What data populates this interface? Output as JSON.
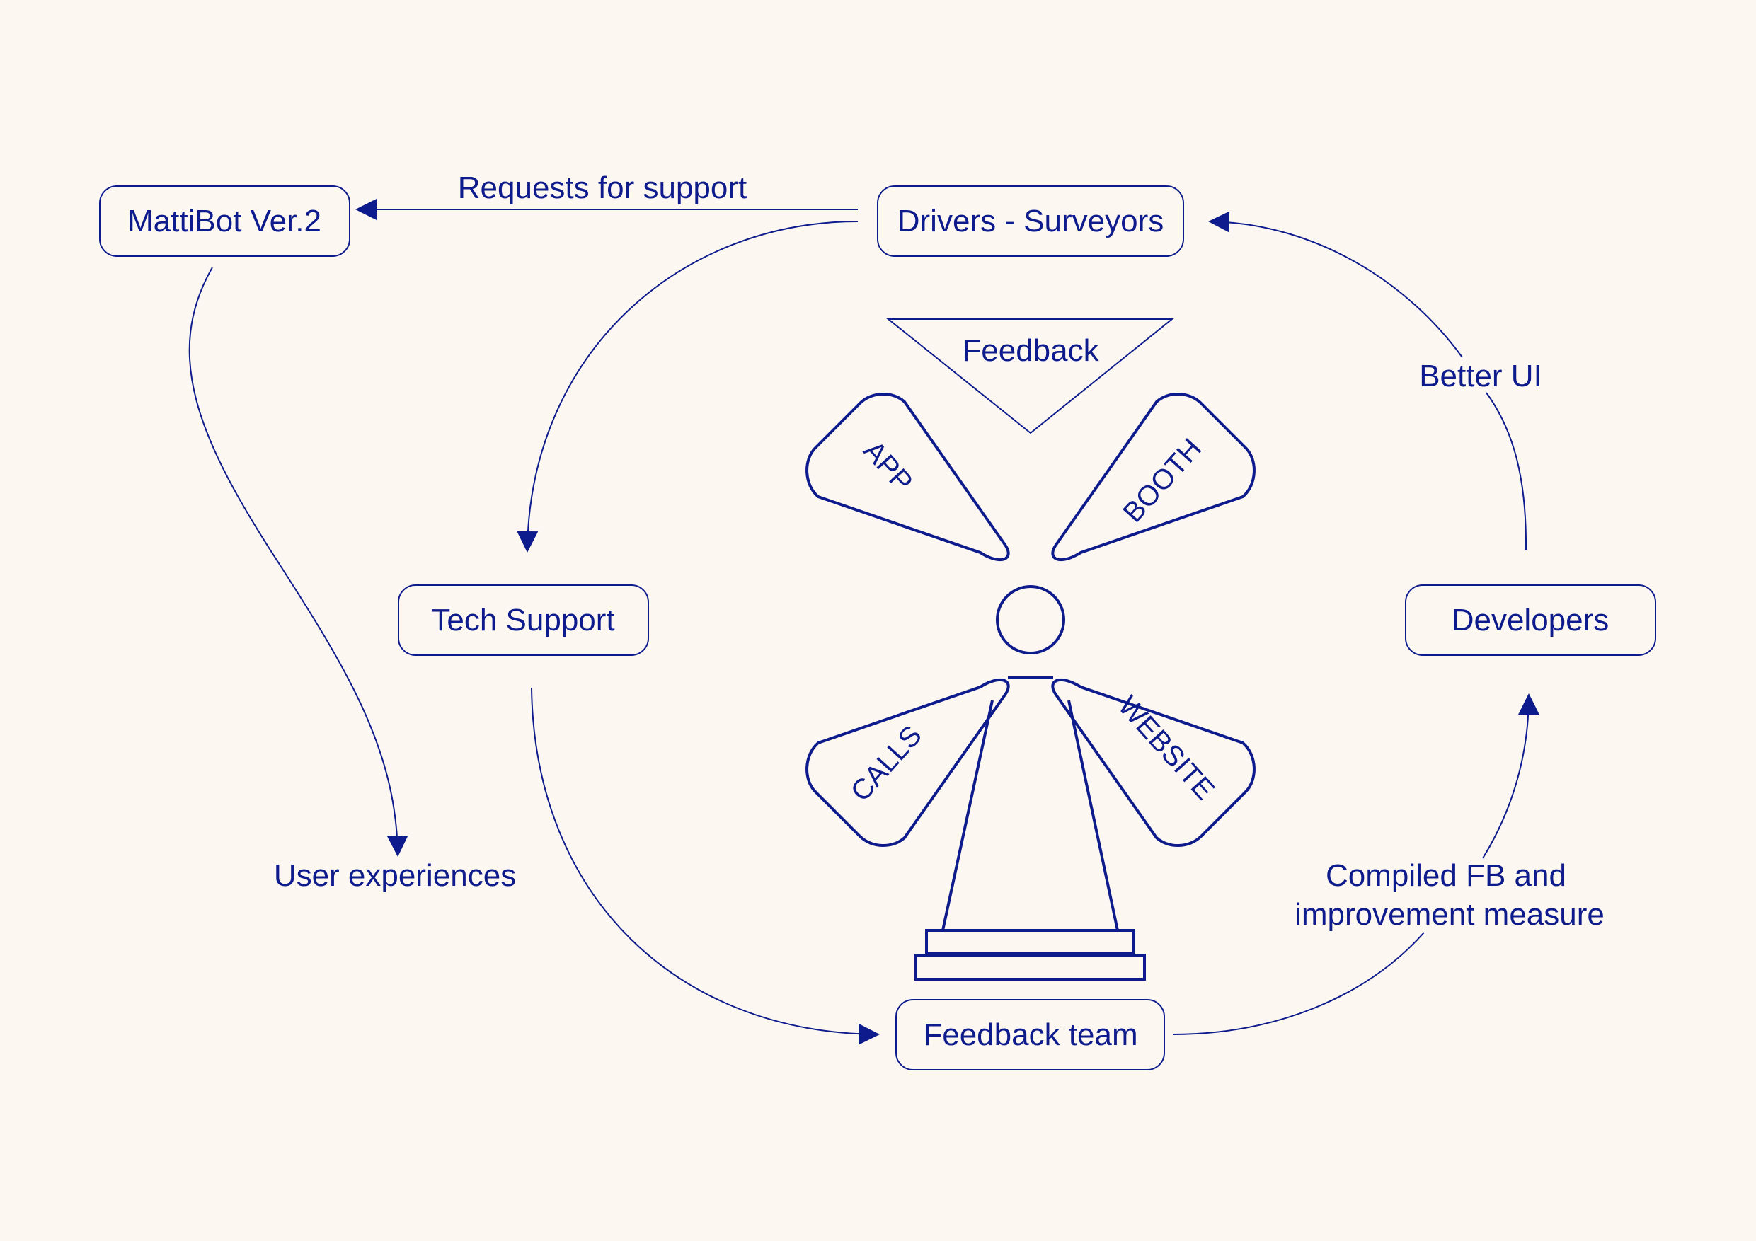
{
  "colors": {
    "ink": "#0d1b8c",
    "background": "#fdf7f1"
  },
  "nodes": {
    "mattibot": "MattiBot Ver.2",
    "drivers": "Drivers - Surveyors",
    "tech_support": "Tech Support",
    "developers": "Developers",
    "feedback_team": "Feedback team"
  },
  "edges": {
    "requests_for_support": "Requests for support",
    "user_experiences": "User experiences",
    "better_ui": "Better UI",
    "compiled_line1": "Compiled FB and",
    "compiled_line2": "improvement measure"
  },
  "windmill": {
    "funnel_label": "Feedback",
    "blades": {
      "app": "APP",
      "booth": "BOOTH",
      "calls": "CALLS",
      "website": "WEBSITE"
    }
  }
}
